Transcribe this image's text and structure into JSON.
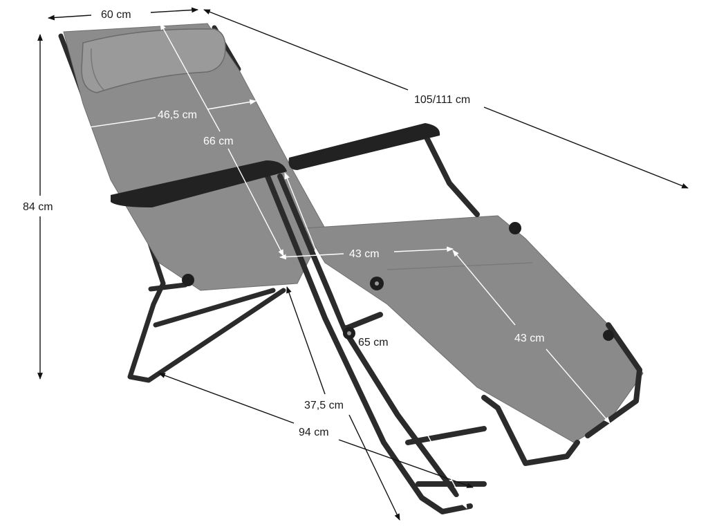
{
  "dimensions": {
    "width_top": "60 cm",
    "length_total": "105/111 cm",
    "backrest_width": "46,5 cm",
    "backrest_length": "66 cm",
    "height_total": "84 cm",
    "seat_width": "43 cm",
    "legrest_length": "43 cm",
    "armrest_height": "65 cm",
    "seat_height": "37,5 cm",
    "base_length": "94 cm"
  },
  "colors": {
    "fabric": "#8c8c8c",
    "fabric_dark": "#7a7a7a",
    "frame": "#2b2b2b",
    "armrest": "#222222",
    "dimension_line": "#111111",
    "dimension_line_on_fabric": "#ffffff"
  }
}
